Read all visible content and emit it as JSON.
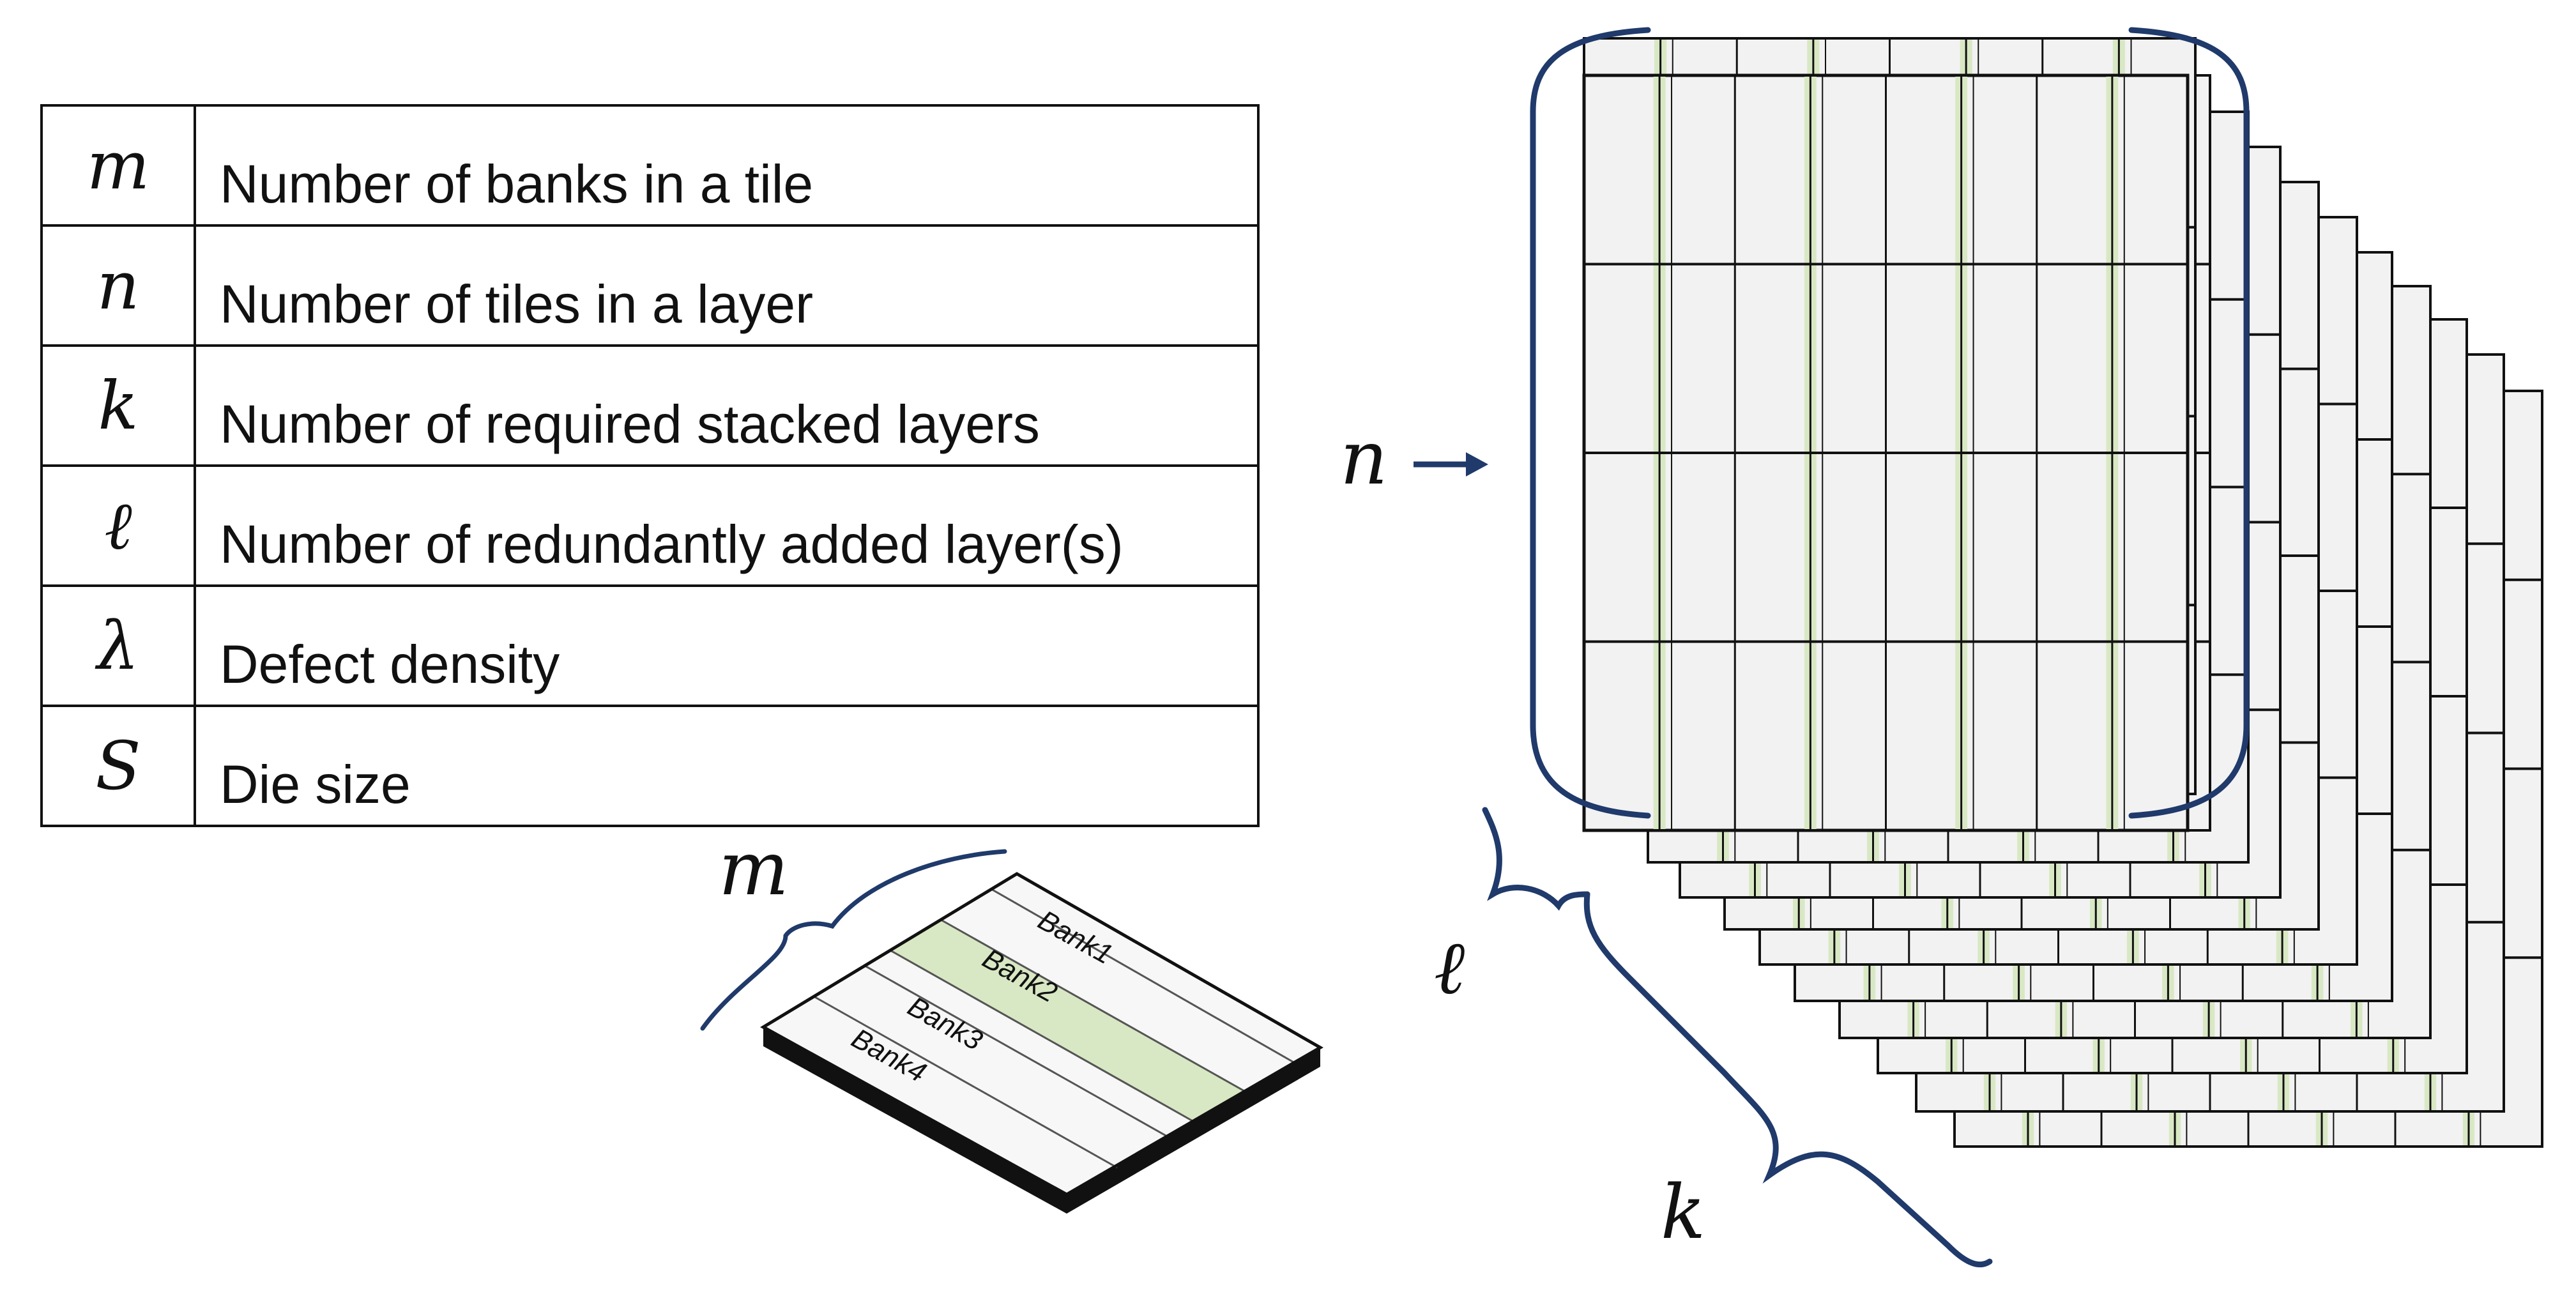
{
  "legend": {
    "rows": [
      {
        "symbol": "m",
        "description": "Number of banks in a tile"
      },
      {
        "symbol": "n",
        "description": "Number of tiles in a layer"
      },
      {
        "symbol": "k",
        "description": "Number of required stacked layers"
      },
      {
        "symbol": "ℓ",
        "description": "Number of redundantly added layer(s)"
      },
      {
        "symbol": "λ",
        "description": "Defect density"
      },
      {
        "symbol": "S",
        "description": "Die size"
      }
    ]
  },
  "tile": {
    "label": "m",
    "banks": [
      "Bank1",
      "Bank2",
      "Bank3",
      "Bank4"
    ],
    "highlighted_bank": "Bank2"
  },
  "stack": {
    "n_label": "n",
    "l_label": "ℓ",
    "k_label": "k"
  },
  "colors": {
    "cell_fill": "#f2f2f2",
    "bank_highlight": "#d9e8c4",
    "bracket": "#1f3a6b",
    "line": "#111111"
  }
}
